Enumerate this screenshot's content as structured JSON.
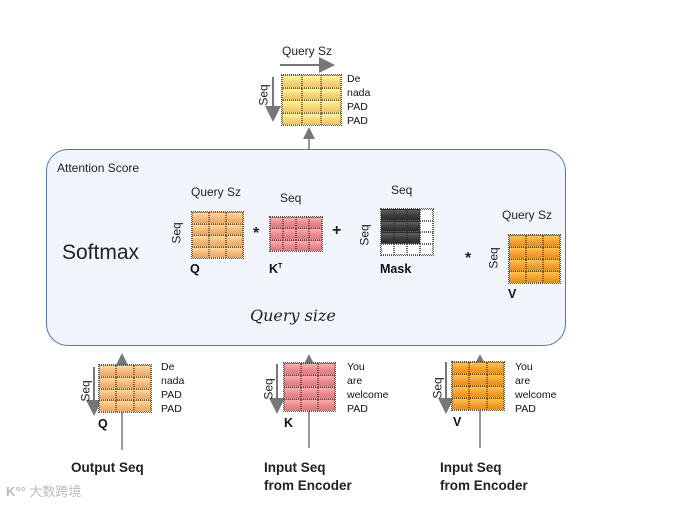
{
  "colors": {
    "q_matrix": "#f5b77a",
    "k_matrix": "#e88a8f",
    "v_matrix": "#f4a030",
    "mask_dark": "#3c3c3c",
    "output_matrix": "#f8d57a",
    "box_border": "#4e7aa8",
    "box_fill": "#f2f6fc",
    "arrow": "#777777"
  },
  "output": {
    "axis_top": "Query Sz",
    "axis_side": "Seq",
    "words": [
      "De",
      "nada",
      "PAD",
      "PAD"
    ]
  },
  "attention": {
    "title": "Attention Score",
    "softmax_label": "Softmax",
    "q": {
      "axis_top": "Query Sz",
      "axis_side": "Seq",
      "label": "Q"
    },
    "multiply_1": "*",
    "kt": {
      "axis_top": "Seq",
      "label": "K",
      "superscript": "T"
    },
    "plus": "+",
    "mask": {
      "axis_top": "Seq",
      "axis_side": "Seq",
      "label": "Mask",
      "rows": [
        [
          1,
          1,
          1,
          0
        ],
        [
          1,
          1,
          1,
          0
        ],
        [
          1,
          1,
          1,
          0
        ],
        [
          0,
          0,
          0,
          0
        ]
      ]
    },
    "denominator": "Query size",
    "multiply_2": "*",
    "v": {
      "axis_top": "Query Sz",
      "axis_side": "Seq",
      "label": "V"
    }
  },
  "inputs": [
    {
      "name": "Q",
      "axis_side": "Seq",
      "words": [
        "De",
        "nada",
        "PAD",
        "PAD"
      ],
      "source_line1": "Output Seq",
      "source_line2": ""
    },
    {
      "name": "K",
      "axis_side": "Seq",
      "words": [
        "You",
        "are",
        "welcome",
        "PAD"
      ],
      "source_line1": "Input Seq",
      "source_line2": "from Encoder"
    },
    {
      "name": "V",
      "axis_side": "Seq",
      "words": [
        "You",
        "are",
        "welcome",
        "PAD"
      ],
      "source_line1": "Input Seq",
      "source_line2": "from Encoder"
    }
  ],
  "watermark": "大数跨境"
}
